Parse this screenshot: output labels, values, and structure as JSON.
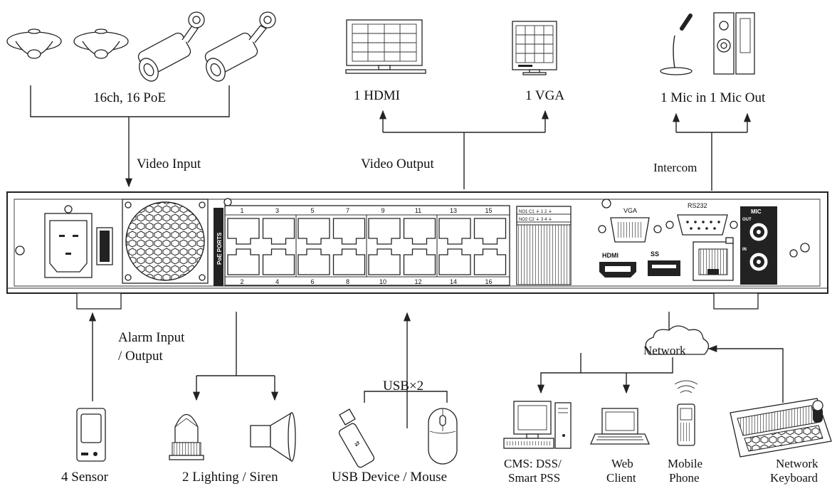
{
  "labels": {
    "cameras": "16ch, 16 PoE",
    "video_input": "Video Input",
    "hdmi": "1 HDMI",
    "vga": "1 VGA",
    "video_output": "Video Output",
    "mic": "1 Mic in 1 Mic Out",
    "intercom": "Intercom",
    "alarm_line1": "Alarm Input",
    "alarm_line2": "/ Output",
    "network": "Network",
    "usb_x2": "USB×2",
    "sensor": "4 Sensor",
    "lighting": "2 Lighting / Siren",
    "usb_device": "USB Device / Mouse",
    "cms_line1": "CMS: DSS/",
    "cms_line2": "Smart PSS",
    "web_line1": "Web",
    "web_line2": "Client",
    "mobile_line1": "Mobile",
    "mobile_line2": "Phone",
    "keyboard_line1": "Network",
    "keyboard_line2": "Keyboard"
  },
  "panel": {
    "poe_ports_label": "PoE PORTS",
    "ports_top": [
      "1",
      "3",
      "5",
      "7",
      "9",
      "11",
      "13",
      "15"
    ],
    "ports_bottom": [
      "2",
      "4",
      "6",
      "8",
      "10",
      "12",
      "14",
      "16"
    ],
    "vga_label": "VGA",
    "rs232_label": "RS232",
    "mic_label": "MIC",
    "mic_out": "OUT",
    "mic_in": "IN",
    "hdmi_logo": "HDMI",
    "usb_logo": "SS",
    "alarm_row1": [
      "NO1",
      "C1",
      "⏚",
      "1",
      "2",
      "⏚"
    ],
    "alarm_row2": [
      "NO2",
      "C2",
      "⏚",
      "3",
      "4",
      "⏚"
    ]
  }
}
